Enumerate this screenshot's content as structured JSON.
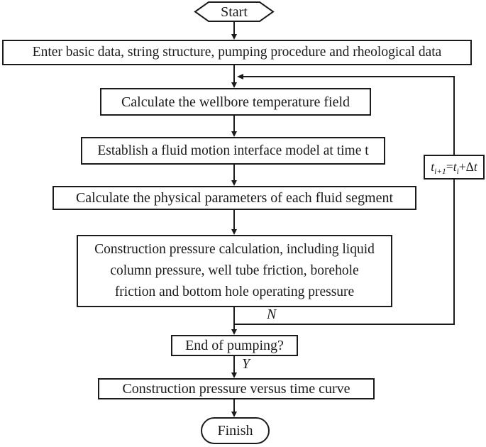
{
  "diagram": {
    "type": "flowchart",
    "colors": {
      "background": "#ffffff",
      "line": "#1b1b1b",
      "text": "#1b1b1b"
    },
    "nodes": {
      "start": {
        "label": "Start",
        "shape": "hexagon"
      },
      "enter_data": {
        "label": "Enter basic data, string structure, pumping procedure and rheological data",
        "shape": "rect"
      },
      "calc_temp": {
        "label": "Calculate the wellbore temperature field",
        "shape": "rect"
      },
      "fluid_model": {
        "label": "Establish a fluid motion interface model at time t",
        "shape": "rect"
      },
      "calc_params": {
        "label": "Calculate the physical parameters of each fluid segment",
        "shape": "rect"
      },
      "pressure_calc": {
        "shape": "rect",
        "lines": [
          "Construction pressure calculation, including liquid",
          "column pressure, well tube friction, borehole",
          "friction and bottom hole operating pressure"
        ]
      },
      "time_step": {
        "shape": "rect",
        "t1": "t",
        "sub1": "i+1",
        "eq": "=",
        "t2": "t",
        "sub2": "i",
        "plus": "+Δ",
        "t3": "t"
      },
      "end_pumping": {
        "label": "End of pumping?",
        "shape": "rect"
      },
      "pressure_curve": {
        "label": "Construction pressure versus time curve",
        "shape": "rect"
      },
      "finish": {
        "label": "Finish",
        "shape": "stadium"
      }
    },
    "edge_labels": {
      "no": "N",
      "yes": "Y"
    }
  }
}
